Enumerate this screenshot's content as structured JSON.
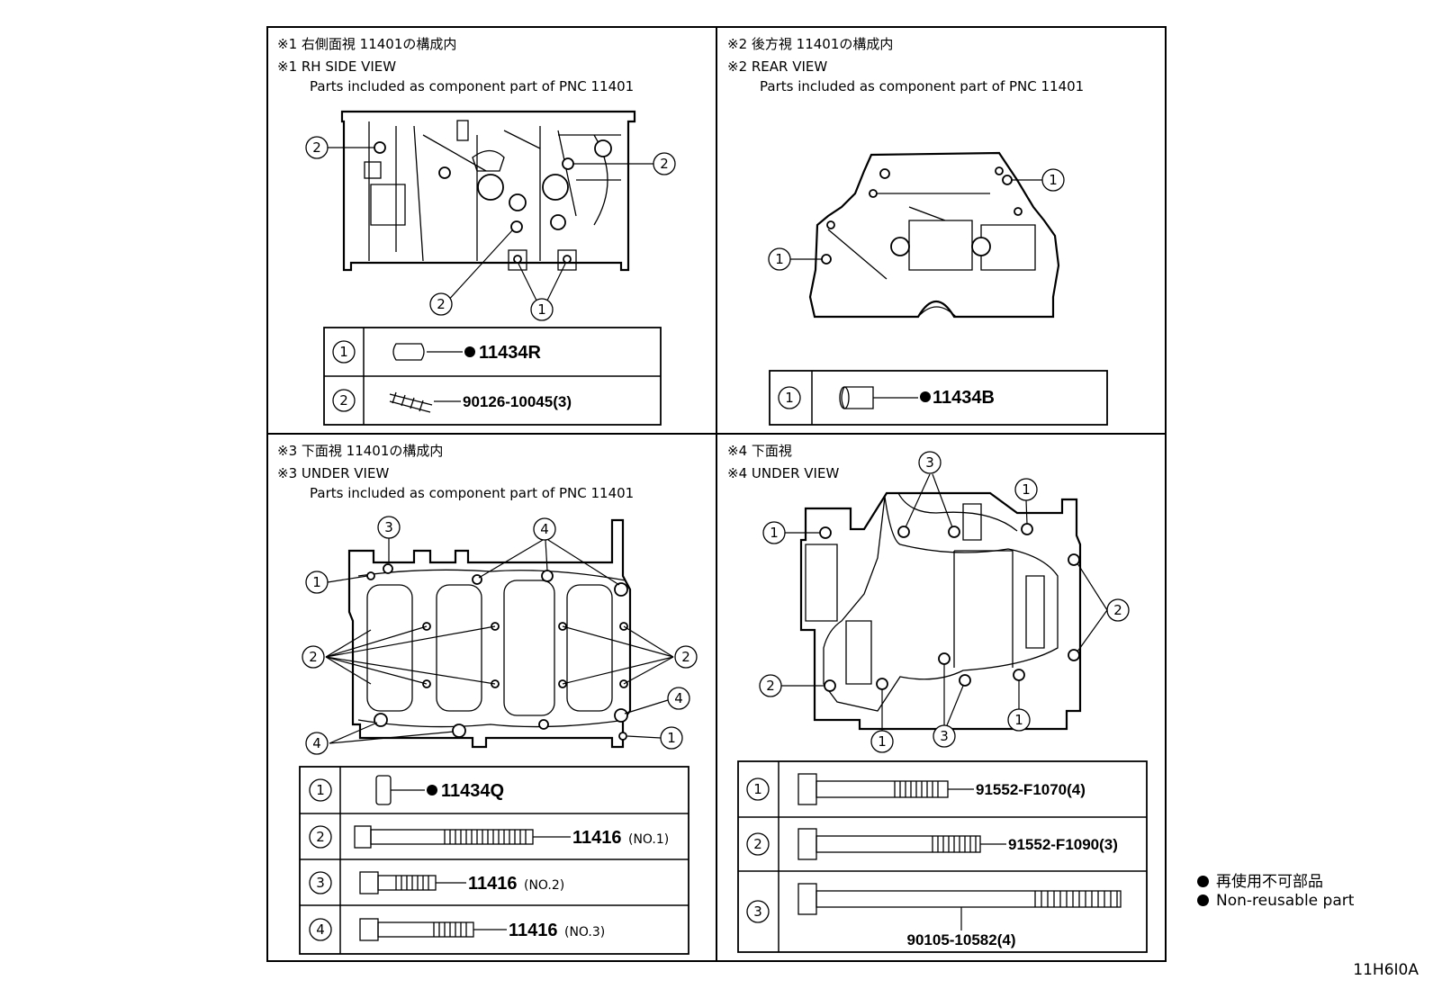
{
  "panels": {
    "p1": {
      "jp": "※1 右側面視 11401の構成内",
      "en": "※1 RH SIDE VIEW",
      "note": "Parts included as component part of PNC 11401",
      "rows": [
        {
          "num": "1",
          "part": "11434R",
          "sub": ""
        },
        {
          "num": "2",
          "part": "90126-10045(3)",
          "sub": ""
        }
      ]
    },
    "p2": {
      "jp": "※2 後方視 11401の構成内",
      "en": "※2 REAR VIEW",
      "note": "Parts included as component part of PNC 11401",
      "rows": [
        {
          "num": "1",
          "part": "11434B",
          "sub": ""
        }
      ]
    },
    "p3": {
      "jp": "※3 下面視 11401の構成内",
      "en": "※3 UNDER VIEW",
      "note": "Parts included as component part of PNC 11401",
      "rows": [
        {
          "num": "1",
          "part": "11434Q",
          "sub": ""
        },
        {
          "num": "2",
          "part": "11416",
          "sub": "(NO.1)"
        },
        {
          "num": "3",
          "part": "11416",
          "sub": "(NO.2)"
        },
        {
          "num": "4",
          "part": "11416",
          "sub": "(NO.3)"
        }
      ]
    },
    "p4": {
      "jp": "※4 下面視",
      "en": "※4 UNDER VIEW",
      "rows": [
        {
          "num": "1",
          "part": "91552-F1070(4)",
          "sub": ""
        },
        {
          "num": "2",
          "part": "91552-F1090(3)",
          "sub": ""
        },
        {
          "num": "3",
          "part": "90105-10582(4)",
          "sub": ""
        }
      ]
    }
  },
  "callout_numbers": [
    "1",
    "2",
    "3",
    "4"
  ],
  "legend": {
    "jp": "再使用不可部品",
    "en": "Non-reusable part"
  },
  "diagram_code": "11H6I0A"
}
